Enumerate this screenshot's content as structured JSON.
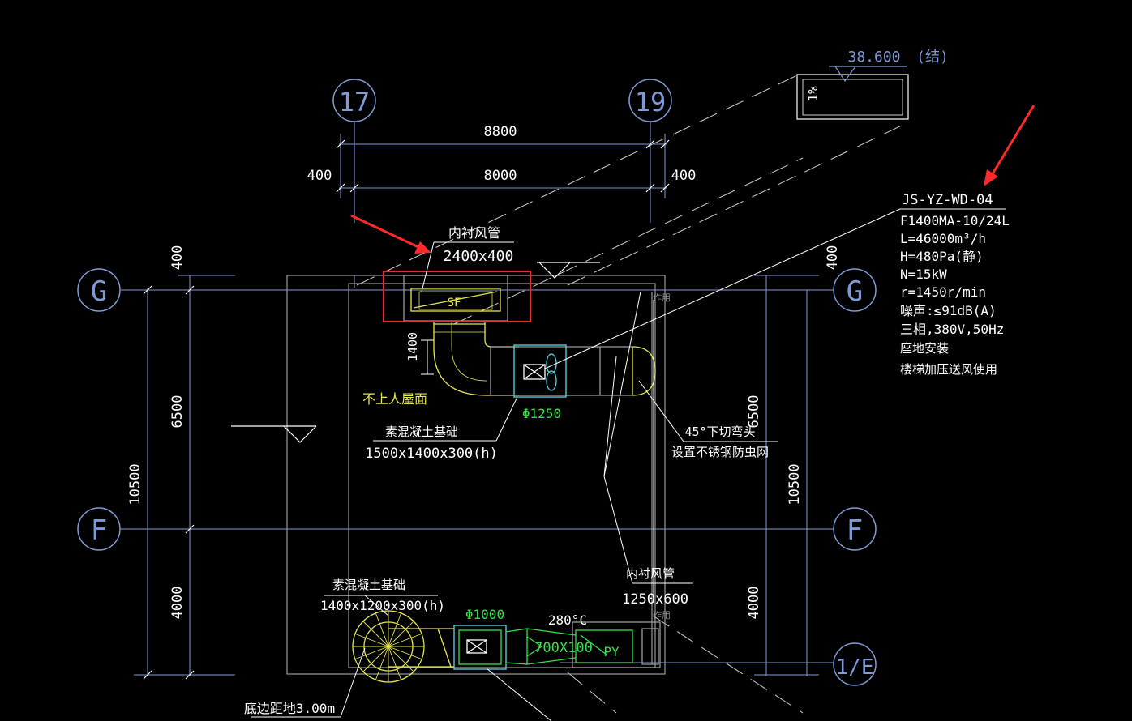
{
  "colors": {
    "background": "#000000",
    "axis_blue": "#7f9bd6",
    "duct_yellow": "#e6e64d",
    "equipment_green": "#37e04a",
    "cyan": "#5ad7e6",
    "highlight_red": "#e03030",
    "arrow_red": "#ff2a2a",
    "white": "#ffffff"
  },
  "axes": {
    "col_17": "17",
    "col_19": "19",
    "row_g_left": "G",
    "row_g_right": "G",
    "row_f_left": "F",
    "row_f_right": "F",
    "row_1e": "1/E"
  },
  "dimensions": {
    "top_total": "8800",
    "top_mid": "8000",
    "top_left": "400",
    "top_right": "400",
    "left_top": "400",
    "left_6500": "6500",
    "left_total": "10500",
    "left_4000": "4000",
    "right_top": "400",
    "right_6500": "6500",
    "right_total": "10500",
    "right_4000": "4000"
  },
  "elevation": {
    "value": "38.600",
    "note": "(结)",
    "slope": "1%"
  },
  "equipment": {
    "tag": "JS-YZ-WD-04",
    "lines": [
      "F1400MA-10/24L",
      "L=46000m³/h",
      "H=480Pa(静)",
      "N=15kW",
      "r=1450r/min",
      "噪声:≤91dB(A)",
      "三相,380V,50Hz",
      "座地安装",
      "楼梯加压送风使用"
    ]
  },
  "annotations": {
    "duct_top_title": "内衬风管",
    "duct_top_size": "2400x400",
    "sf": "SF",
    "dim_1400": "1400",
    "roof_note": "不上人屋面",
    "fan_dia_top": "Φ1250",
    "base_top_title": "素混凝土基础",
    "base_top_size": "1500x1400x300(h)",
    "elbow_title": "45°下切弯头",
    "elbow_note": "设置不锈钢防虫网",
    "base_bottom_title": "素混凝土基础",
    "base_bottom_size": "1400x1200x300(h)",
    "fan_dia_bottom": "Φ1000",
    "temp": "280°C",
    "duct_bottom_title": "内衬风管",
    "duct_bottom_size": "1250x600",
    "damper_size": "700X100",
    "py": "PY",
    "height_note": "底边距地3.00m",
    "fire_damper_1": "作用",
    "fire_damper_2": "作用"
  }
}
